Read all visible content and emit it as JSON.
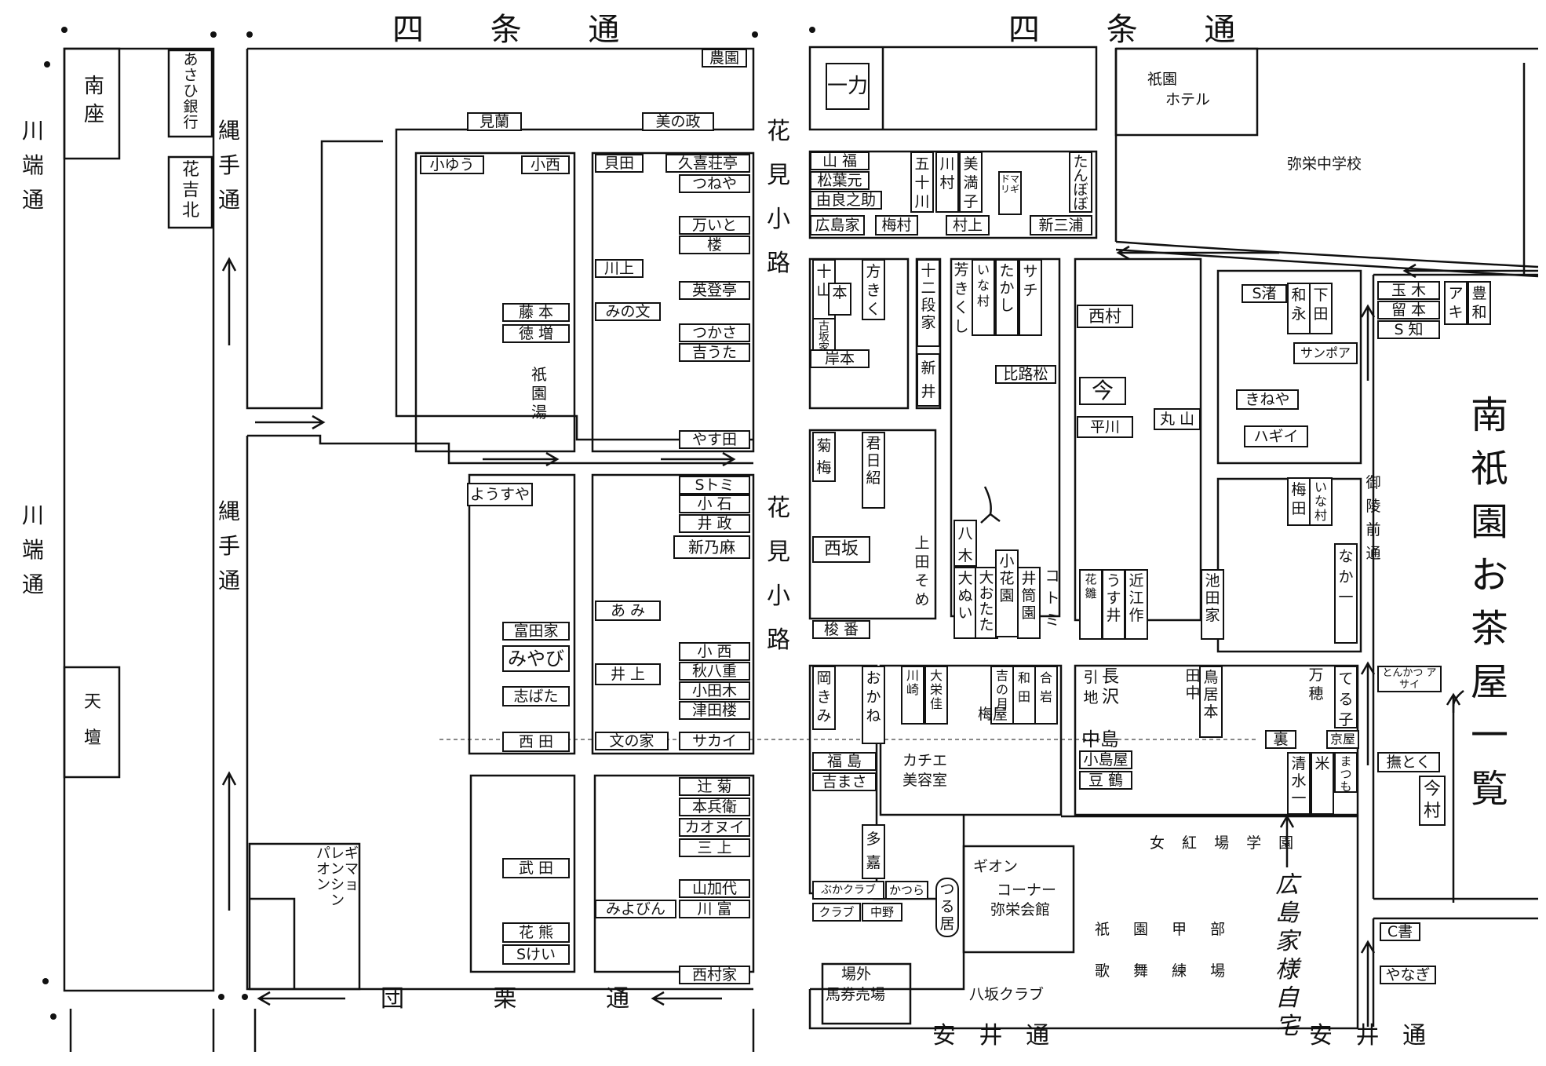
{
  "streets": {
    "shijo_left": "四 条 通",
    "shijo_right": "四 条 通",
    "kawabata_upper": "川端通",
    "kawabata_lower": "川端通",
    "nawate_upper": "縄手通",
    "nawate_lower": "縄手通",
    "hanamikoji_upper": "花見小路",
    "hanamikoji_lower": "花見小路",
    "dankuri": "団 栗 通",
    "yasui_left": "安 井 通",
    "yasui_right": "安 井 通",
    "gosho_mae": "御陵前通"
  },
  "title": "南祇園お茶屋一覧",
  "landmarks": {
    "minamiza": "南座",
    "asahi_bank": "あさひ銀行",
    "hanakichi": "花吉北",
    "tendan": "天壇",
    "palais_gion": "パレギオンマンション",
    "gion_yu": "祇園湯",
    "gion_hotel_1": "祇園",
    "gion_hotel_2": "ホテル",
    "yasaka_school": "弥栄中学校",
    "ichiriki": "一力",
    "jokoba_school": "女 紅 場 学 園",
    "kobu_1": "祇 園 甲 部",
    "kobu_2": "歌 舞 練 場",
    "corner_1": "ギオン",
    "corner_2": "コーナー",
    "corner_3": "弥栄会館",
    "yasaka_club": "八坂クラブ",
    "jogai_1": "場外",
    "jogai_2": "馬券売場",
    "hirota_home": "広島家様自宅"
  },
  "col1": {
    "nouen": "農園",
    "kenran": "見蘭",
    "minomasa": "美の政",
    "koyuu": "小ゆう",
    "konishi": "小西",
    "fujimoto": "藤 本",
    "tokuzo": "徳 増",
    "yousuya": "ようすや",
    "tomitaya": "富田家",
    "miyabi": "みやび",
    "shibata": "志ばた",
    "nishida": "西 田",
    "takeda": "武 田",
    "hanakuma": "花 熊",
    "skei": "Sけい"
  },
  "col2": {
    "kaida": "貝田",
    "kukisoutei": "久喜荘亭",
    "tsuneya": "つねや",
    "maniito_1": "万いと",
    "maniito_2": "楼",
    "kawakami": "川上",
    "minofumi": "みの文",
    "eitoutei": "英登亭",
    "tsukasa": "つかさ",
    "kichiuta": "吉うた",
    "yasuda": "やす田",
    "stomi": "Sトミ",
    "koishi": "小 石",
    "imasa": "井 政",
    "shinmaro": "新乃麻",
    "ami": "あ み",
    "inoue": "井 上",
    "konishi2": "小 西",
    "akihachi": "秋八重",
    "odaki": "小田木",
    "tsudarou": "津田楼",
    "sakai": "サカイ",
    "bunnoie": "文の家",
    "tsujikiku": "辻 菊",
    "honhyoe": "本兵衛",
    "kaonui": "カオヌイ",
    "mikami": "三 上",
    "yamakayo": "山加代",
    "miyobin": "みよびん",
    "kawatomi": "川 富",
    "nishimuraya": "西村家"
  },
  "col3": {
    "yamafuku": "山 福",
    "shouyoumoto": "松葉元",
    "yuranosuke": "由良之助",
    "hiroshimaya": "広島家",
    "umemura": "梅村",
    "gojugawa": "五十川",
    "kawamura": "川村",
    "miyuki": "美満子",
    "domarigi": "ドマリギ",
    "murakami": "村上",
    "tanbobo": "たんぼぼ",
    "shinmiura": "新三浦",
    "juzan": "十山",
    "jumoto": "本",
    "kosaka": "古坂家",
    "houkiku": "方きく",
    "juniya": "十二段家",
    "shinmai": "新井",
    "kishimoto": "岸本",
    "yoshikiku": "芳きくし",
    "inamura": "いな村",
    "takashi": "たかし",
    "sachi": "サチ",
    "hirogimatsu": "比路松",
    "kikuume": "菊梅",
    "kimihide": "君日紹",
    "nishizaka": "西坂",
    "ueda": "上田そめ",
    "enban": "梭 番",
    "hachiki": "八木",
    "ohana": "大ぬい",
    "meiwa": "大おたた",
    "kohanaen": "小花園",
    "itaka": "井筒園",
    "kotomi": "コトミ",
    "hanakiri": "花雛",
    "usui": "うす井",
    "chikae": "近江作",
    "okakimi": "岡きみ",
    "okane": "おかね",
    "kawakami2": "川崎",
    "ooizumi": "大栄佳",
    "yoshi": "吉の月",
    "wada": "和田",
    "umeya": "梅屋",
    "aokeiwa": "合岩",
    "kachie": "カチエ",
    "biyoushitsu": "美容室",
    "fukushima": "福 島",
    "kichimasa": "吉まさ",
    "taa": "多嘉",
    "bukaclub": "ぶかクラブ",
    "katsura": "かつら",
    "club": "クラブ",
    "nakano": "中野",
    "tsuru": "つる居"
  },
  "col4": {
    "nishimura": "西村",
    "ima": "今",
    "hirakawa": "平川",
    "maruyama": "丸 山",
    "hikichi": "引地",
    "nagasawa": "長沢",
    "nakajima": "中島",
    "kojimaya": "小島屋",
    "toumi": "豆 鶴",
    "tanaka": "田中",
    "torimoto": "鳥居本",
    "ikedaya": "池田家",
    "ura": "裏"
  },
  "col5": {
    "snagisa": "S渚",
    "wanagi": "和永",
    "shimoda": "下田",
    "sanpoa": "サンポア",
    "kineya": "きねや",
    "hagii": "ハギイ",
    "umeda": "梅田",
    "inamura2": "いな村",
    "nakaichi": "なか一",
    "manryu": "万穂",
    "teruko": "てる子",
    "kyouya": "京屋",
    "seishi": "清水一",
    "matsumori": "まつもり",
    "bei": "米"
  },
  "col6": {
    "tamaki": "玉 木",
    "tomemoto": "留 本",
    "schi": "S 知",
    "aki": "アキ",
    "houwa": "豊和",
    "tonkatsu": "とんかつ アサイ",
    "nadetoku": "撫とく",
    "imamura": "今村",
    "cshou": "C書",
    "yanagi": "やなぎ"
  }
}
